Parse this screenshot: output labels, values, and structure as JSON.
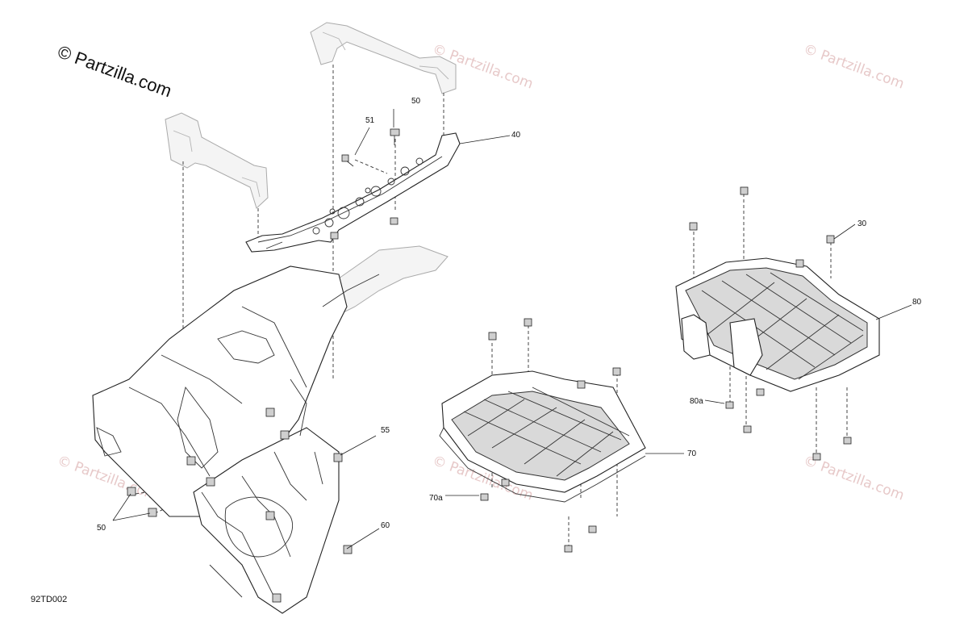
{
  "watermark": {
    "main": "© Partzilla.com",
    "repeat": "© Partzilla.com"
  },
  "diagram_code": "92TD002",
  "callouts": {
    "c30": "30",
    "c40": "40",
    "c50_top": "50",
    "c50_bottom": "50",
    "c51": "51",
    "c55": "55",
    "c60": "60",
    "c70": "70",
    "c70a": "70a",
    "c80": "80",
    "c80a": "80a"
  },
  "colors": {
    "watermark": "#e7c9c9",
    "line": "#222222",
    "ghost_part": "#aaaaaa"
  }
}
